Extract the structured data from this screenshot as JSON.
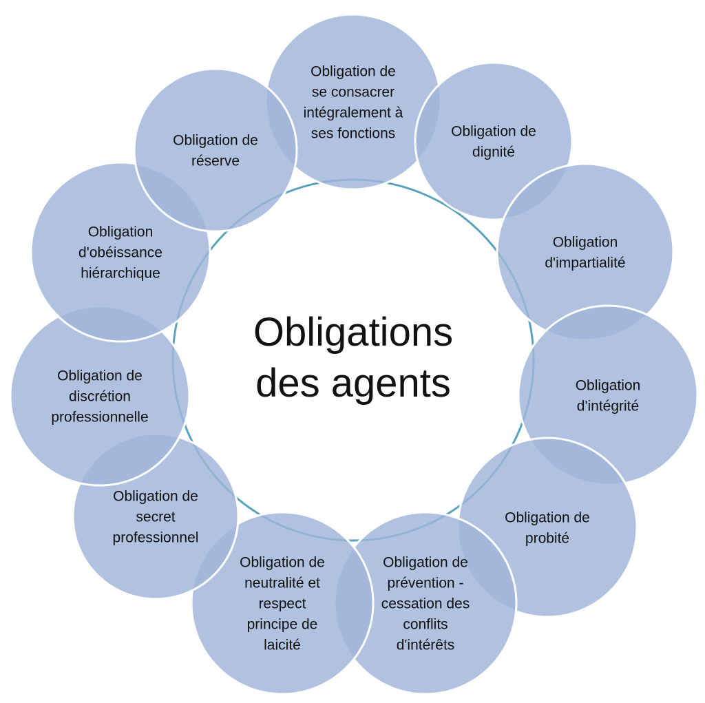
{
  "center": {
    "lines": [
      "Obligations",
      "des agents"
    ]
  },
  "nodes": [
    {
      "id": "consacrer",
      "lines": [
        "Obligation de",
        "se consacrer",
        "intégralement à",
        "ses fonctions"
      ]
    },
    {
      "id": "dignite",
      "lines": [
        "Obligation de",
        "dignité"
      ]
    },
    {
      "id": "impartialite",
      "lines": [
        "Obligation",
        "d'impartialité"
      ]
    },
    {
      "id": "integrite",
      "lines": [
        "Obligation",
        "d'intégrité"
      ]
    },
    {
      "id": "probite",
      "lines": [
        "Obligation de",
        "probité"
      ]
    },
    {
      "id": "prevention",
      "lines": [
        "Obligation de",
        "prévention -",
        "cessation des",
        "conflits",
        "d'intérêts"
      ]
    },
    {
      "id": "neutralite",
      "lines": [
        "Obligation de",
        "neutralité et",
        "respect",
        "principe de",
        "laicité"
      ]
    },
    {
      "id": "secret",
      "lines": [
        "Obligation de",
        "secret",
        "professionnel"
      ]
    },
    {
      "id": "discretion",
      "lines": [
        "Obligation de",
        "discrétion",
        "professionnelle"
      ]
    },
    {
      "id": "obeissance",
      "lines": [
        "Obligation",
        "d'obéissance",
        "hiérarchique"
      ]
    },
    {
      "id": "reserve",
      "lines": [
        "Obligation de",
        "réserve"
      ]
    }
  ],
  "colors": {
    "node_fill": "#9fb4d8",
    "node_stroke": "#ffffff",
    "ring": "#5aa3bb",
    "text": "#111111"
  }
}
